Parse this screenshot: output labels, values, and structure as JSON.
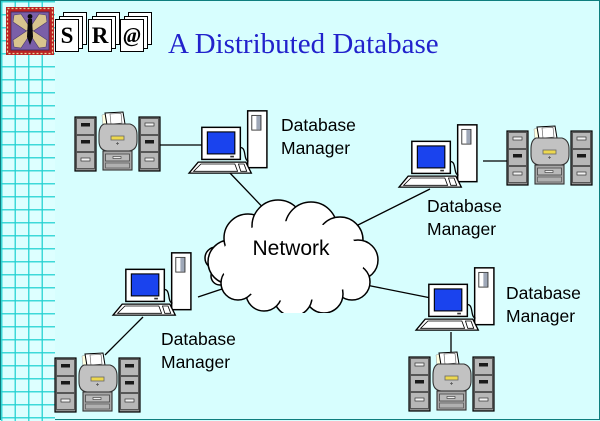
{
  "slide": {
    "title": "A Distributed Database",
    "network_label": "Network"
  },
  "branding": {
    "logo_icon": "sra-bird-logo-icon",
    "stacks": [
      {
        "letter": "S"
      },
      {
        "letter": "R"
      },
      {
        "letter": "@"
      }
    ]
  },
  "nodes": [
    {
      "id": "top-left",
      "label": "Database Manager"
    },
    {
      "id": "top-right",
      "label": "Database Manager"
    },
    {
      "id": "bottom-left",
      "label": "Database Manager"
    },
    {
      "id": "bottom-right",
      "label": "Database Manager"
    }
  ],
  "colors": {
    "background": "#D7FEFE",
    "grid_line": "#23D2D2",
    "title_blue": "#2222CC",
    "screen_blue": "#1A43EE",
    "cloud_fill": "#FFFFFF",
    "outline": "#000000",
    "cabinet_gray": "#B7B7B7",
    "handle_yellow": "#EDD84F",
    "logo_purple": "#7A5FA8",
    "logo_red": "#BB2222",
    "logo_tan": "#D8C48E"
  }
}
